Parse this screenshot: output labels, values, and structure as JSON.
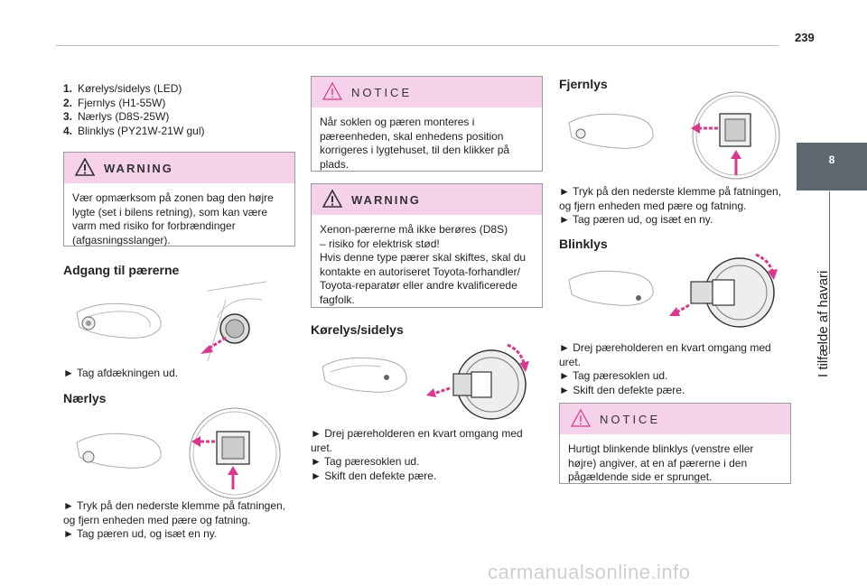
{
  "page_number": "239",
  "chapter": {
    "number": "8",
    "title": "I tilfælde af havari"
  },
  "col1": {
    "list": [
      {
        "num": "1.",
        "text": "Kørelys/sidelys (LED)"
      },
      {
        "num": "2.",
        "text": "Fjernlys (H1-55W)"
      },
      {
        "num": "3.",
        "text": "Nærlys (D8S-25W)"
      },
      {
        "num": "4.",
        "text": "Blinklys (PY21W-21W gul)"
      }
    ],
    "warning": {
      "label": "WARNING",
      "text": "Vær opmærksom på zonen bag den højre lygte (set i bilens retning), som kan være varm med risiko for forbrændinger (afgasningsslanger)."
    },
    "access": {
      "heading": "Adgang til pærerne",
      "step": "► Tag afdækningen ud."
    },
    "low_beam": {
      "heading": "Nærlys",
      "steps": "► Tryk på den nederste klemme på fatningen, og fjern enheden med pære og fatning.",
      "step2": "► Tag pæren ud, og isæt en ny."
    }
  },
  "col2": {
    "notice": {
      "label": "NOTICE",
      "text": "Når soklen og pæren monteres i pæreenheden, skal enhedens position korrigeres i lygtehuset, til den klikker på plads."
    },
    "warning": {
      "label": "WARNING",
      "line1": "Xenon-pærerne må ikke berøres (D8S)",
      "line2": "– risiko for elektrisk stød!",
      "line3": "Hvis denne type pærer skal skiftes, skal du kontakte en autoriseret Toyota-forhandler/ Toyota-reparatør eller andre kvalificerede fagfolk."
    },
    "drl": {
      "heading": "Kørelys/sidelys",
      "step1": "► Drej pæreholderen en kvart omgang med uret.",
      "step2": "► Tag pæresoklen ud.",
      "step3": "► Skift den defekte pære."
    }
  },
  "col3": {
    "high_beam": {
      "heading": "Fjernlys",
      "step1": "► Tryk på den nederste klemme på fatningen, og fjern enheden med pære og fatning.",
      "step2": "► Tag pæren ud, og isæt en ny."
    },
    "indicator": {
      "heading": "Blinklys",
      "step1": "► Drej pæreholderen en kvart omgang med uret.",
      "step2": "► Tag pæresoklen ud.",
      "step3": "► Skift den defekte pære."
    },
    "notice": {
      "label": "NOTICE",
      "text": "Hurtigt blinkende blinklys (venstre eller højre) angiver, at en af pærerne i den pågældende side er sprunget."
    }
  },
  "watermark": "carmanualsonline.info",
  "colors": {
    "box_header": "#f6d1ea",
    "arrow": "#d9388c",
    "tab": "#5d6770"
  }
}
